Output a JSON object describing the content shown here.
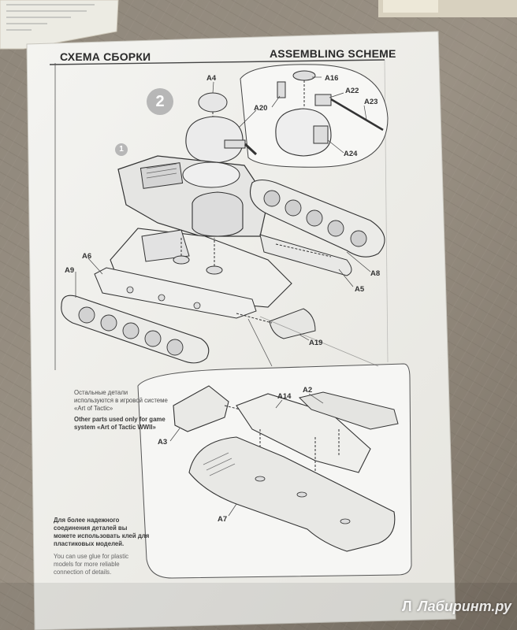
{
  "header": {
    "ru_title": "СХЕМА СБОРКИ",
    "en_title": "ASSEMBLING SCHEME"
  },
  "step": {
    "number": "2",
    "sub_number": "1"
  },
  "part_labels": [
    "A4",
    "A16",
    "A22",
    "A20",
    "A23",
    "A24",
    "A8",
    "A5",
    "A6",
    "A9",
    "A19",
    "A2",
    "A14",
    "A3",
    "A7"
  ],
  "notes": {
    "other_ru": "Остальные детали используются в игровой системе «Art of Tactic»",
    "other_en": "Other parts used only for game system «Art of Tactic WWII»",
    "glue_ru": "Для более надежного соединения деталей вы можете использовать клей для пластиковых моделей.",
    "glue_en": "You can use glue for plastic models for more reliable connection of details."
  },
  "watermark": {
    "logo": "Л",
    "text": "Лабиринт.ру"
  },
  "colors": {
    "background": "#8e8578",
    "paper": "#f1f0ec",
    "line": "#3a3a3a",
    "circle": "#b7b7b7"
  }
}
